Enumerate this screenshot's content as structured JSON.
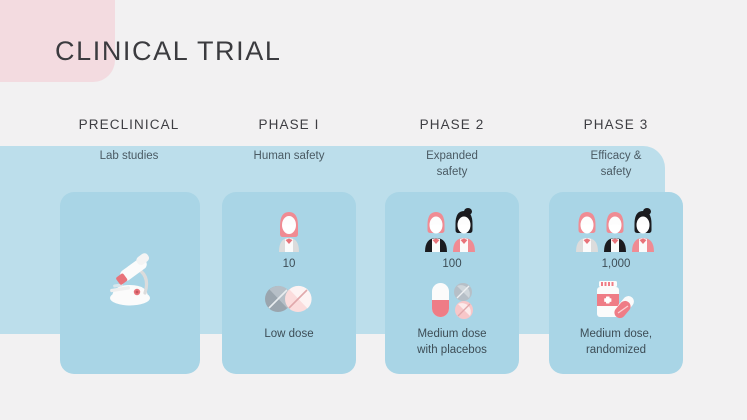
{
  "slide": {
    "title": "CLINICAL TRIAL",
    "background_color": "#f2f1f2",
    "accent_pink": "#f3dbe0",
    "band_color": "#bcdeeb",
    "card_color": "#a9d5e6"
  },
  "columns": [
    {
      "id": "preclinical",
      "heading": "PRECLINICAL",
      "subtitle": "Lab studies",
      "icon": "microscope-icon",
      "participants": "",
      "dose": "",
      "dose_icon": ""
    },
    {
      "id": "phase-1",
      "heading": "PHASE I",
      "subtitle": "Human safety",
      "icon": "people-1-icon",
      "participants": "10",
      "dose": "Low dose",
      "dose_icon": "two-tablets-icon"
    },
    {
      "id": "phase-2",
      "heading": "PHASE 2",
      "subtitle": "Expanded safety",
      "subtitle_line1": "Expanded",
      "subtitle_line2": "safety",
      "icon": "people-2-icon",
      "participants": "100",
      "dose": "Medium dose with placebos",
      "dose_line1": "Medium dose",
      "dose_line2": "with placebos",
      "dose_icon": "capsule-and-tablets-icon"
    },
    {
      "id": "phase-3",
      "heading": "PHASE 3",
      "subtitle": "Efficacy & safety",
      "subtitle_line1": "Efficacy &",
      "subtitle_line2": "safety",
      "icon": "people-3-icon",
      "participants": "1,000",
      "dose": "Medium dose, randomized",
      "dose_line1": "Medium dose,",
      "dose_line2": "randomized",
      "dose_icon": "medicine-bottle-icon"
    }
  ]
}
